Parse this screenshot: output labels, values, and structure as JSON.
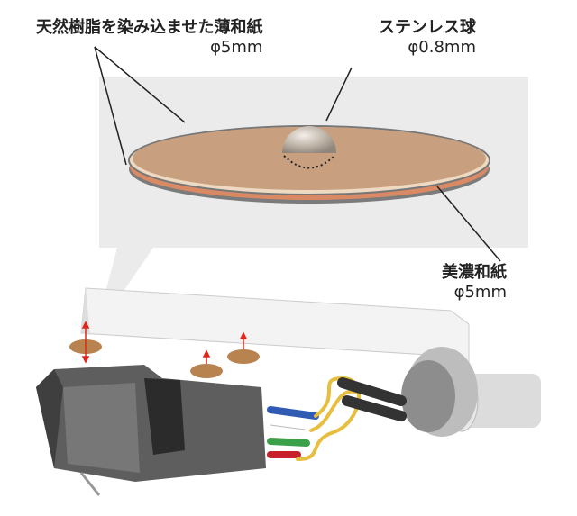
{
  "labels": {
    "resin_paper": {
      "name": "天然樹脂を染み込ませた薄和紙",
      "size": "φ5mm"
    },
    "steel_ball": {
      "name": "ステンレス球",
      "size": "φ0.8mm"
    },
    "mino_paper": {
      "name": "美濃和紙",
      "size": "φ5mm"
    }
  },
  "colors": {
    "inset_bg": "#ebebeb",
    "paper": "#c9a07f",
    "paper_edge": "#d98a64",
    "cartridge": "#5e5e5e",
    "arrow_red": "#e0261b"
  }
}
